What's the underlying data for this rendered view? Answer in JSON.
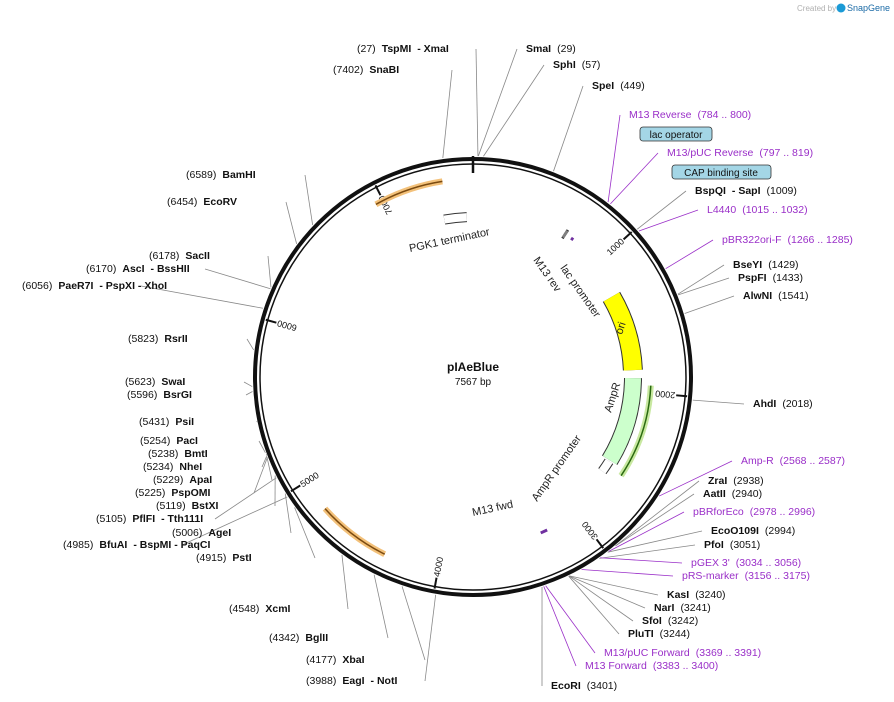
{
  "header": {
    "created_by": "Created by",
    "brand": "SnapGene"
  },
  "plasmid": {
    "name": "pIAeBlue",
    "size_label": "7567 bp",
    "length": 7567
  },
  "ticks": [
    {
      "label": "1000",
      "bp": 1000
    },
    {
      "label": "2000",
      "bp": 2000
    },
    {
      "label": "3000",
      "bp": 3000
    },
    {
      "label": "4000",
      "bp": 4000
    },
    {
      "label": "5000",
      "bp": 5000
    },
    {
      "label": "6000",
      "bp": 6000
    },
    {
      "label": "7000",
      "bp": 7000
    }
  ],
  "features": [
    {
      "name": "PGK1 terminator",
      "type": "terminator",
      "start": 7350,
      "end": 7520,
      "color": "#ffffff"
    },
    {
      "name": "lac promoter",
      "type": "promoter",
      "start": 680,
      "end": 700,
      "color": "#808080"
    },
    {
      "name": "M13 rev",
      "type": "primer",
      "start": 740,
      "end": 760,
      "color": "#7030a0"
    },
    {
      "name": "ori",
      "type": "rep_origin",
      "start": 1260,
      "end": 1840,
      "color": "#ffff00"
    },
    {
      "name": "AmpR",
      "type": "cds",
      "start": 1900,
      "end": 2550,
      "color": "#ccffcc"
    },
    {
      "name": "AmpR promoter",
      "type": "promoter",
      "start": 2560,
      "end": 2650,
      "color": "#ffffff"
    },
    {
      "name": "M13 fwd",
      "type": "primer",
      "start": 3240,
      "end": 3290,
      "color": "#7030a0"
    }
  ],
  "misc_features": [
    {
      "label": "lac operator",
      "color": "#a4d6e6"
    },
    {
      "label": "CAP binding site",
      "color": "#a4d6e6"
    }
  ],
  "sites": [
    {
      "pos": "(27)",
      "name": "TspMI",
      "name2": "- XmaI",
      "bp": 27
    },
    {
      "pos": "(7402)",
      "name": "SnaBI",
      "bp": 7402
    },
    {
      "name": "SmaI",
      "pos": "(29)",
      "bp": 29
    },
    {
      "name": "SphI",
      "pos": "(57)",
      "bp": 57
    },
    {
      "name": "SpeI",
      "pos": "(449)",
      "bp": 449
    },
    {
      "name": "M13 Reverse",
      "pos": "(784 .. 800)",
      "primer": true,
      "bp": 792
    },
    {
      "name": "M13/pUC Reverse",
      "pos": "(797 .. 819)",
      "primer": true,
      "bp": 808
    },
    {
      "name": "BspQI",
      "name2": "- SapI",
      "pos": "(1009)",
      "bp": 1009
    },
    {
      "name": "L4440",
      "pos": "(1015 .. 1032)",
      "primer": true,
      "bp": 1023
    },
    {
      "name": "pBR322ori-F",
      "pos": "(1266 .. 1285)",
      "primer": true,
      "bp": 1275
    },
    {
      "name": "BseYI",
      "pos": "(1429)",
      "bp": 1429
    },
    {
      "name": "PspFI",
      "pos": "(1433)",
      "bp": 1433
    },
    {
      "name": "AlwNI",
      "pos": "(1541)",
      "bp": 1541
    },
    {
      "name": "AhdI",
      "pos": "(2018)",
      "bp": 2018
    },
    {
      "name": "Amp-R",
      "pos": "(2568 .. 2587)",
      "primer": true,
      "bp": 2577
    },
    {
      "name": "ZraI",
      "pos": "(2938)",
      "bp": 2938
    },
    {
      "name": "AatII",
      "pos": "(2940)",
      "bp": 2940
    },
    {
      "name": "pBRforEco",
      "pos": "(2978 .. 2996)",
      "primer": true,
      "bp": 2987
    },
    {
      "name": "EcoO109I",
      "pos": "(2994)",
      "bp": 2994
    },
    {
      "name": "PfoI",
      "pos": "(3051)",
      "bp": 3051
    },
    {
      "name": "pGEX 3'",
      "pos": "(3034 .. 3056)",
      "primer": true,
      "bp": 3045
    },
    {
      "name": "pRS-marker",
      "pos": "(3156 .. 3175)",
      "primer": true,
      "bp": 3165
    },
    {
      "name": "KasI",
      "pos": "(3240)",
      "bp": 3240
    },
    {
      "name": "NarI",
      "pos": "(3241)",
      "bp": 3241
    },
    {
      "name": "SfoI",
      "pos": "(3242)",
      "bp": 3242
    },
    {
      "name": "PluTI",
      "pos": "(3244)",
      "bp": 3244
    },
    {
      "name": "M13/pUC Forward",
      "pos": "(3369 .. 3391)",
      "primer": true,
      "bp": 3380
    },
    {
      "name": "M13 Forward",
      "pos": "(3383 .. 3400)",
      "primer": true,
      "bp": 3391
    },
    {
      "name": "EcoRI",
      "pos": "(3401)",
      "bp": 3401
    },
    {
      "pos": "(3988)",
      "name": "EagI",
      "name2": "- NotI",
      "bp": 3988
    },
    {
      "pos": "(4177)",
      "name": "XbaI",
      "bp": 4177
    },
    {
      "pos": "(4342)",
      "name": "BglII",
      "bp": 4342
    },
    {
      "pos": "(4548)",
      "name": "XcmI",
      "bp": 4548
    },
    {
      "pos": "(4915)",
      "name": "PstI",
      "bp": 4915
    },
    {
      "pos": "(4985)",
      "name": "BfuAI",
      "name2": "- BspMI - PaqCI",
      "bp": 4985
    },
    {
      "pos": "(5006)",
      "name": "AgeI",
      "bp": 5006
    },
    {
      "pos": "(5105)",
      "name": "PflFI",
      "name2": "- Tth111I",
      "bp": 5105
    },
    {
      "pos": "(5119)",
      "name": "BstXI",
      "bp": 5119
    },
    {
      "pos": "(5225)",
      "name": "PspOMI",
      "bp": 5225
    },
    {
      "pos": "(5229)",
      "name": "ApaI",
      "bp": 5229
    },
    {
      "pos": "(5234)",
      "name": "NheI",
      "bp": 5234
    },
    {
      "pos": "(5238)",
      "name": "BmtI",
      "bp": 5238
    },
    {
      "pos": "(5254)",
      "name": "PacI",
      "bp": 5254
    },
    {
      "pos": "(5431)",
      "name": "PsiI",
      "bp": 5431
    },
    {
      "pos": "(5596)",
      "name": "BsrGI",
      "bp": 5596
    },
    {
      "pos": "(5623)",
      "name": "SwaI",
      "bp": 5623
    },
    {
      "pos": "(5823)",
      "name": "RsrII",
      "bp": 5823
    },
    {
      "pos": "(6056)",
      "name": "PaeR7I",
      "name2": "- PspXI - XhoI",
      "bp": 6056
    },
    {
      "pos": "(6170)",
      "name": "AscI",
      "name2": "- BssHII",
      "bp": 6170
    },
    {
      "pos": "(6178)",
      "name": "SacII",
      "bp": 6178
    },
    {
      "pos": "(6454)",
      "name": "EcoRV",
      "bp": 6454
    },
    {
      "pos": "(6589)",
      "name": "BamHI",
      "bp": 6589
    }
  ]
}
